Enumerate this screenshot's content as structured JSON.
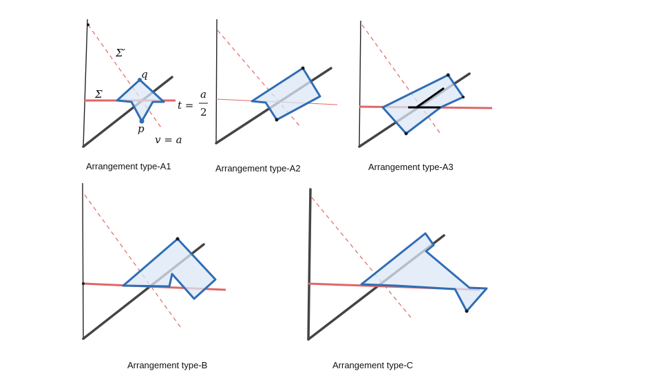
{
  "panels": [
    {
      "id": "A1",
      "caption": "Arrangement type-A1"
    },
    {
      "id": "A2",
      "caption": "Arrangement type-A2"
    },
    {
      "id": "A3",
      "caption": "Arrangement type-A3"
    },
    {
      "id": "B",
      "caption": "Arrangement type-B"
    },
    {
      "id": "C",
      "caption": "Arrangement type-C"
    }
  ],
  "labels": {
    "sigma_prime": "Σ′",
    "sigma": "Σ",
    "q": "q",
    "p": "p",
    "t_lhs": "t =",
    "frac_num": "a",
    "frac_den": "2",
    "v_eq": "v = a"
  },
  "colors": {
    "axis": "#222222",
    "diagonal": "#444444",
    "red": "#e06666",
    "polygon_stroke": "#2f6db5",
    "polygon_fill": "#dbe7f6"
  }
}
